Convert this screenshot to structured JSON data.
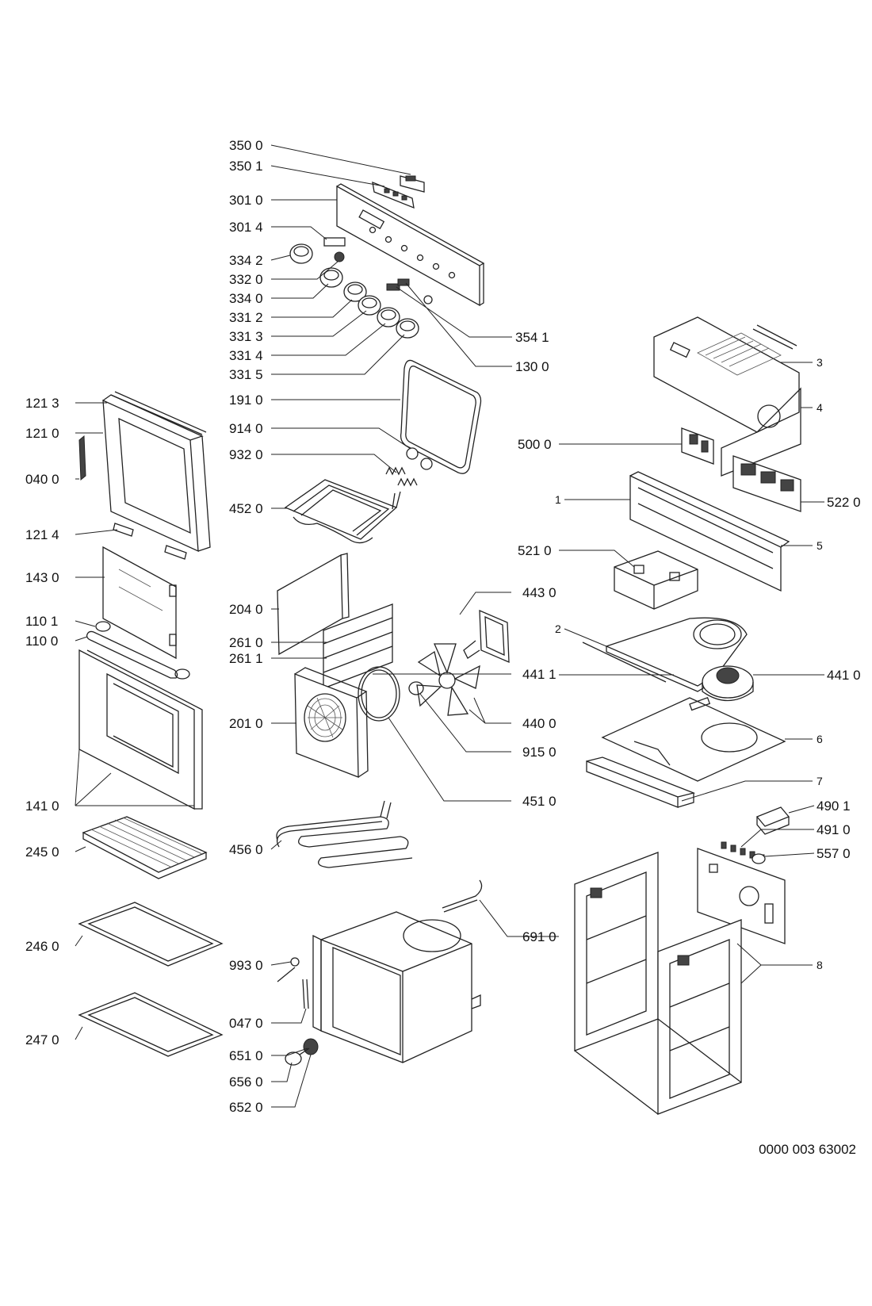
{
  "document_number": "0000 003 63002",
  "labels": {
    "l3500": "350 0",
    "l3501": "350 1",
    "l3010": "301 0",
    "l3014": "301 4",
    "l3342": "334 2",
    "l3320": "332 0",
    "l3340": "334 0",
    "l3312": "331 2",
    "l3313": "331 3",
    "l3314": "331 4",
    "l3315": "331 5",
    "l3541": "354 1",
    "l1300": "130 0",
    "l1910": "191 0",
    "l9140": "914 0",
    "l9320": "932 0",
    "l4520": "452 0",
    "l2040": "204 0",
    "l2610": "261 0",
    "l2611": "261 1",
    "l2010": "201 0",
    "l4560": "456 0",
    "l9930": "993 0",
    "l0470": "047 0",
    "l6510": "651 0",
    "l6560": "656 0",
    "l6520": "652 0",
    "l6910": "691 0",
    "l4430": "443 0",
    "l4411": "441 1",
    "l4400": "440 0",
    "l9150": "915 0",
    "l4510": "451 0",
    "l1213": "121 3",
    "l1210": "121 0",
    "l0400": "040 0",
    "l1214": "121 4",
    "l1430": "143 0",
    "l1101": "110 1",
    "l1100": "110 0",
    "l1410": "141 0",
    "l2450": "245 0",
    "l2460": "246 0",
    "l2470": "247 0",
    "l5000": "500 0",
    "l5220": "522 0",
    "l5210": "521 0",
    "l4410": "441 0",
    "l4901": "490 1",
    "l4910": "491 0",
    "l5570": "557 0",
    "n1": "1",
    "n2": "2",
    "n3": "3",
    "n4": "4",
    "n5": "5",
    "n6": "6",
    "n7": "7",
    "n8": "8"
  }
}
